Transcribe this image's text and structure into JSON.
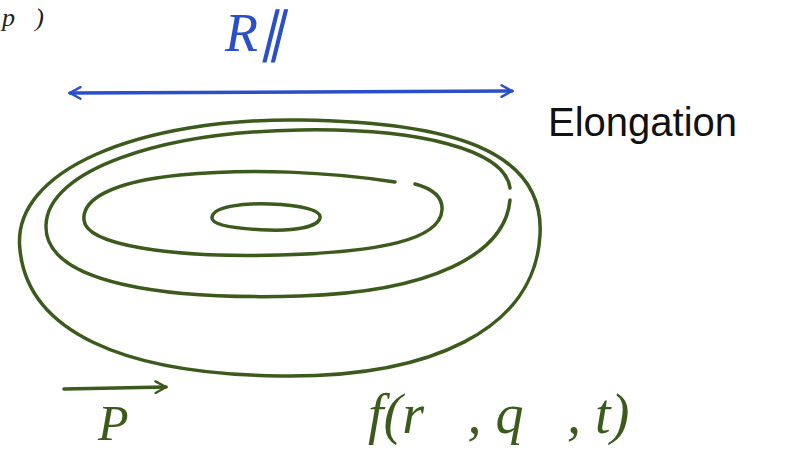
{
  "diagram": {
    "labels": [
      "p⃗)",
      "R∥",
      "Elongation",
      "P⃗",
      "f(r⃗, q⃗, t)"
    ]
  }
}
